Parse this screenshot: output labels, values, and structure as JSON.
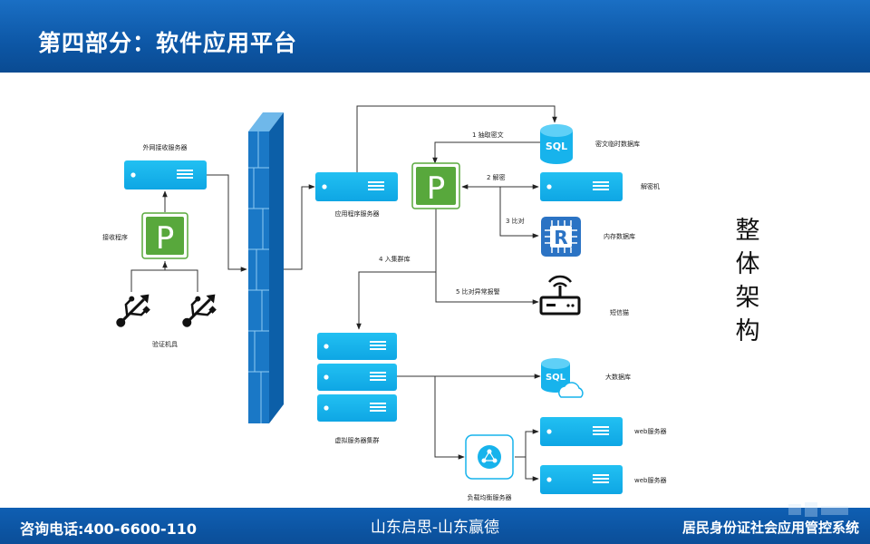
{
  "header": {
    "title": "第四部分：软件应用平台"
  },
  "diagram": {
    "side_title": [
      "整",
      "体",
      "架",
      "构"
    ],
    "nodes": {
      "external_server": "外网接收服务器",
      "receiver": "接收程序",
      "verifier": "验证机具",
      "app_server": "应用程序服务器",
      "cipher_db": "密文临时数据库",
      "decryptor": "解密机",
      "memory_db": "内存数据库",
      "sms_cat": "短信猫",
      "virtual_cluster": "虚拟服务器集群",
      "big_data_db": "大数据库",
      "web_server_1": "web服务器",
      "web_server_2": "web服务器",
      "load_balancer": "负载均衡服务器"
    },
    "edges": {
      "extract": "1 抽取密文",
      "decrypt": "2 解密",
      "compare": "3 比对",
      "cluster_in": "4 入集群库",
      "alarm": "5 比对异常报警"
    },
    "icons": {
      "program": "P",
      "sql": "SQL",
      "memory": "R"
    }
  },
  "footer": {
    "phone": "咨询电话:400-6600-110",
    "company": "山东启思-山东赢德",
    "system": "居民身份证社会应用管控系统"
  },
  "colors": {
    "header_blue": "#0d57a6",
    "server_blue": "#17b3ec",
    "program_green": "#58a83c",
    "firewall_blue": "#1a78c6",
    "memory_blue": "#2b73c4",
    "icon_dark": "#222222"
  }
}
